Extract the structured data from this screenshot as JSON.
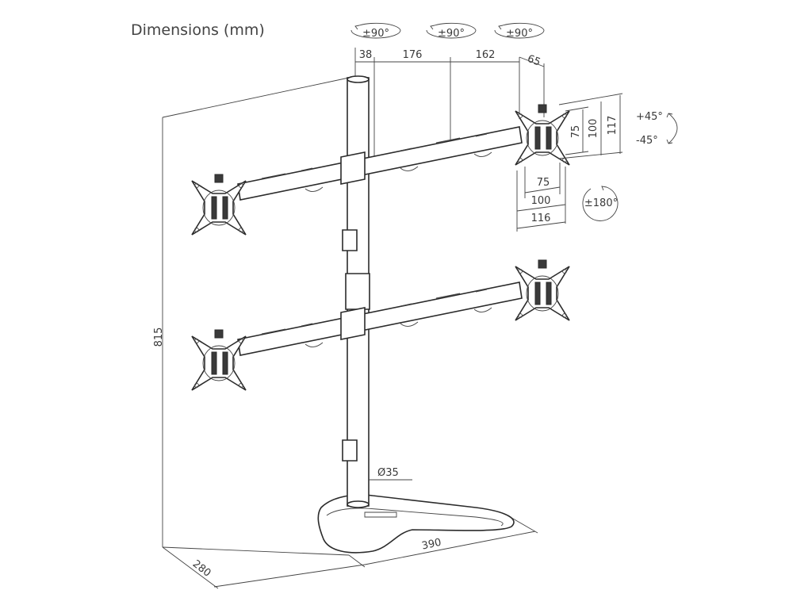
{
  "title": "Dimensions (mm)",
  "rotation_badges": [
    "±90°",
    "±90°",
    "±90°"
  ],
  "top_dimensions": [
    "38",
    "176",
    "162",
    "65"
  ],
  "vesa": {
    "height_inner": "75",
    "height_mid": "100",
    "height_outer": "117",
    "width_inner": "75",
    "width_mid": "100",
    "width_outer": "116"
  },
  "tilt": {
    "up": "+45°",
    "down": "-45°"
  },
  "rotation": "±180°",
  "total_height": "815",
  "pole_diameter": "Ø35",
  "base_width": "390",
  "base_depth": "280",
  "colors": {
    "line": "#2f2f2f",
    "text": "#3a3a3a",
    "background": "#ffffff"
  }
}
